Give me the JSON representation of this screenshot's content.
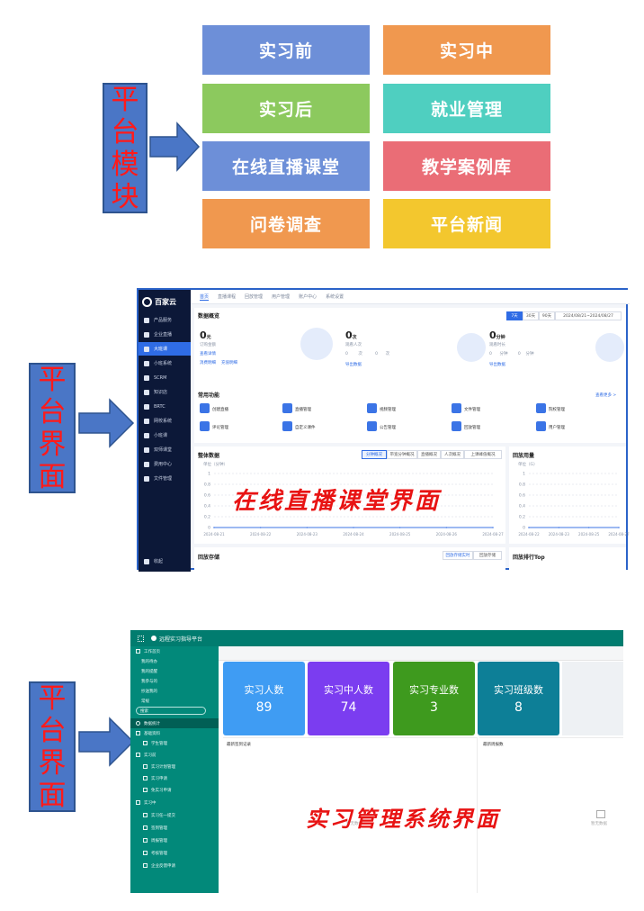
{
  "section1": {
    "label_chars": [
      "平",
      "台",
      "模",
      "块"
    ],
    "tiles": [
      {
        "text": "实习前",
        "color": "#6d8fd8"
      },
      {
        "text": "实习中",
        "color": "#f0984f"
      },
      {
        "text": "实习后",
        "color": "#8cc95e"
      },
      {
        "text": "就业管理",
        "color": "#4fcfc0"
      },
      {
        "text": "在线直播课堂",
        "color": "#6d8fd8"
      },
      {
        "text": "教学案例库",
        "color": "#ea6d76"
      },
      {
        "text": "问卷调查",
        "color": "#f0984f"
      },
      {
        "text": "平台新闻",
        "color": "#f3c72e"
      }
    ]
  },
  "section2": {
    "label_chars": [
      "平",
      "台",
      "界",
      "面"
    ],
    "overlay": "在线直播课堂界面",
    "logo": "百家云",
    "nav": [
      "产品服务",
      "企业直播",
      "大班课",
      "小班系统",
      "SCRM",
      "知识店",
      "BRTC",
      "网校系统",
      "小班课",
      "双师课堂",
      "费用中心",
      "文件管理"
    ],
    "nav_bottom": "收起",
    "tabs": [
      "首页",
      "直播课程",
      "回放管理",
      "用户管理",
      "账户中心",
      "系统设置"
    ],
    "overview_title": "数据概览",
    "range_buttons": [
      "7天",
      "30天",
      "90天"
    ],
    "date_range": "2024/08/21~2024/08/27",
    "overview": [
      {
        "value": "0",
        "unit": "元",
        "sub": "订购金额",
        "links": [
          "查看详情",
          "消费明细",
          "充值明细"
        ]
      },
      {
        "value": "0",
        "unit": "次",
        "sub": "观看人次",
        "stats": [
          "0",
          "次",
          "0",
          "次"
        ],
        "link": "导出数据"
      },
      {
        "value": "0",
        "unit": "分钟",
        "sub": "观看时长",
        "stats": [
          "0",
          "分钟",
          "0",
          "分钟"
        ],
        "link": "导出数据"
      }
    ],
    "common_title": "常用功能",
    "more_link": "查看更多 >",
    "functions": [
      "创建直播",
      "直播管理",
      "视频管理",
      "文件管理",
      "院校管理",
      "评论管理",
      "自定义课件",
      "公告管理",
      "回放管理",
      "用户管理"
    ],
    "chart1": {
      "title": "整体数据",
      "unit": "单位（分钟）",
      "tabs": [
        "分钟概况",
        "带宽分钟概况",
        "直播概况",
        "人次概况",
        "上课峰值概况"
      ]
    },
    "chart2": {
      "title": "回放用量",
      "unit": "单位（G）"
    },
    "bottom_left": "回放存储",
    "bottom_left_tabs": [
      "回放存储实时",
      "回放存储"
    ],
    "bottom_right": "回放排行Top",
    "chart_data": {
      "type": "line",
      "x": [
        "2024-08-21",
        "2024-08-22",
        "2024-08-23",
        "2024-08-24",
        "2024-08-25",
        "2024-08-26",
        "2024-08-27"
      ],
      "yticks": [
        "1",
        "0.8",
        "0.6",
        "0.4",
        "0.2",
        "0"
      ],
      "series": [
        {
          "values": [
            0,
            0,
            0,
            0,
            0,
            0,
            0
          ]
        }
      ],
      "ylim": [
        0,
        1
      ]
    },
    "chart_data_2": {
      "type": "line",
      "x": [
        "2024-08-22",
        "2024-08-23",
        "2024-08-25",
        "2024-08-27"
      ],
      "yticks": [
        "1",
        "0.8",
        "0.6",
        "0.4",
        "0.2",
        "0"
      ],
      "series": [
        {
          "values": [
            0,
            0,
            0,
            0
          ]
        }
      ],
      "ylim": [
        0,
        1
      ]
    }
  },
  "section3": {
    "label_chars": [
      "平",
      "台",
      "界",
      "面"
    ],
    "overlay": "实习管理系统界面",
    "header_title": "远程实习指导平台",
    "sidebar": [
      "工作首页",
      "我的待办",
      "我的提醒",
      "我参与的",
      "抄送我的",
      "常规",
      "搜索",
      "数据统计",
      "基础资料",
      "学生管理",
      "实习前",
      "实习计划管理",
      "实习申请",
      "免实习申请",
      "实习中",
      "实习任一提交",
      "签到管理",
      "周报管理",
      "考核管理",
      "企业反馈申请"
    ],
    "stats": [
      {
        "label": "实习人数",
        "value": "89",
        "color": "#3f9cf3"
      },
      {
        "label": "实习中人数",
        "value": "74",
        "color": "#7b3df0"
      },
      {
        "label": "实习专业数",
        "value": "3",
        "color": "#3e9a1e"
      },
      {
        "label": "实习班级数",
        "value": "8",
        "color": "#0d7f97"
      }
    ],
    "panel_left": "最新签到记录",
    "panel_right": "最新周报数",
    "empty": "暂无数据"
  }
}
